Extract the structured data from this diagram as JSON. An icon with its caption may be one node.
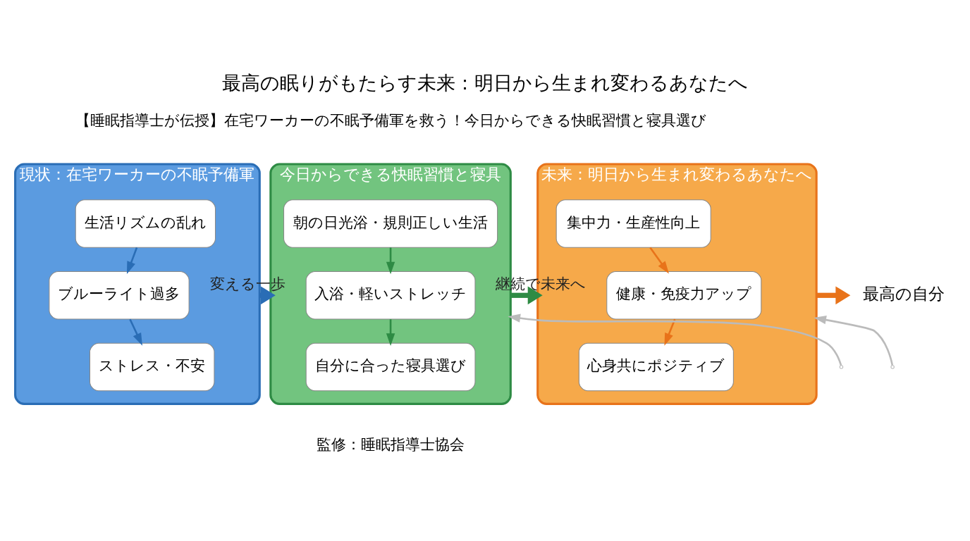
{
  "diagram": {
    "title": "最高の眠りがもたらす未来：明日から生まれ変わるあなたへ",
    "nodes": [
      {
        "text": [
          "現状：在宅ワーカーの不眠予備軍"
        ]
      },
      {
        "text": [
          "生活リズムの乱れ"
        ],
        "in": 0
      },
      {
        "text": [
          "ブルーライト過多"
        ],
        "in": 0
      },
      {
        "text": [
          "ストレス・不安"
        ],
        "in": 0
      },
      {
        "text": [
          "今日からできる快眠習慣と寝具"
        ]
      },
      {
        "text": [
          "朝の日光浴・規則正しい生活"
        ],
        "in": 4
      },
      {
        "text": [
          "入浴・軽いストレッチ"
        ],
        "in": 4
      },
      {
        "text": [
          "自分に合った寝具選び"
        ],
        "in": 4
      },
      {
        "text": [
          "未来：明日から生まれ変わるあなたへ"
        ]
      },
      {
        "text": [
          "集中力・生産性向上"
        ],
        "in": 8
      },
      {
        "text": [
          "健康・免疫力アップ"
        ],
        "in": 8
      },
      {
        "text": [
          "心身共にポジティブ"
        ],
        "in": 8
      },
      {
        "text": [
          "最高の自分"
        ]
      }
    ],
    "edges": [
      {
        "from": 1,
        "to": 2,
        "arrow": "to",
        "color": "#2a6db5"
      },
      {
        "from": 2,
        "to": 3,
        "arrow": "to",
        "color": "#2a6db5"
      },
      {
        "from": 0,
        "to": 4,
        "arrow": "to",
        "label": "変える一歩",
        "style": "thick",
        "color": "#2a6db5"
      },
      {
        "from": 5,
        "to": 6,
        "arrow": "to",
        "color": "#2e8b44"
      },
      {
        "from": 6,
        "to": 7,
        "arrow": "to",
        "color": "#2e8b44"
      },
      {
        "from": null,
        "to": 4,
        "arrow": "to",
        "color": "#bbbbbb"
      },
      {
        "from": 4,
        "to": 8,
        "arrow": "to",
        "label": "継続で未来へ",
        "style": "thick",
        "color": "#2e8b44"
      },
      {
        "from": null,
        "to": 8,
        "arrow": "to",
        "color": "#bbbbbb"
      },
      {
        "from": 9,
        "to": 10,
        "arrow": "to",
        "color": "#e8731a"
      },
      {
        "from": 10,
        "to": 11,
        "arrow": "to",
        "color": "#e8731a"
      },
      {
        "from": 8,
        "to": 12,
        "arrow": "to",
        "style": "thick",
        "color": "#e8731a"
      }
    ],
    "labels": [
      "【睡眠指導士が伝授】在宅ワーカーの不眠予備軍を救う！今日からできる快眠習慣と寝具選び",
      "監修：睡眠指導士協会"
    ]
  }
}
